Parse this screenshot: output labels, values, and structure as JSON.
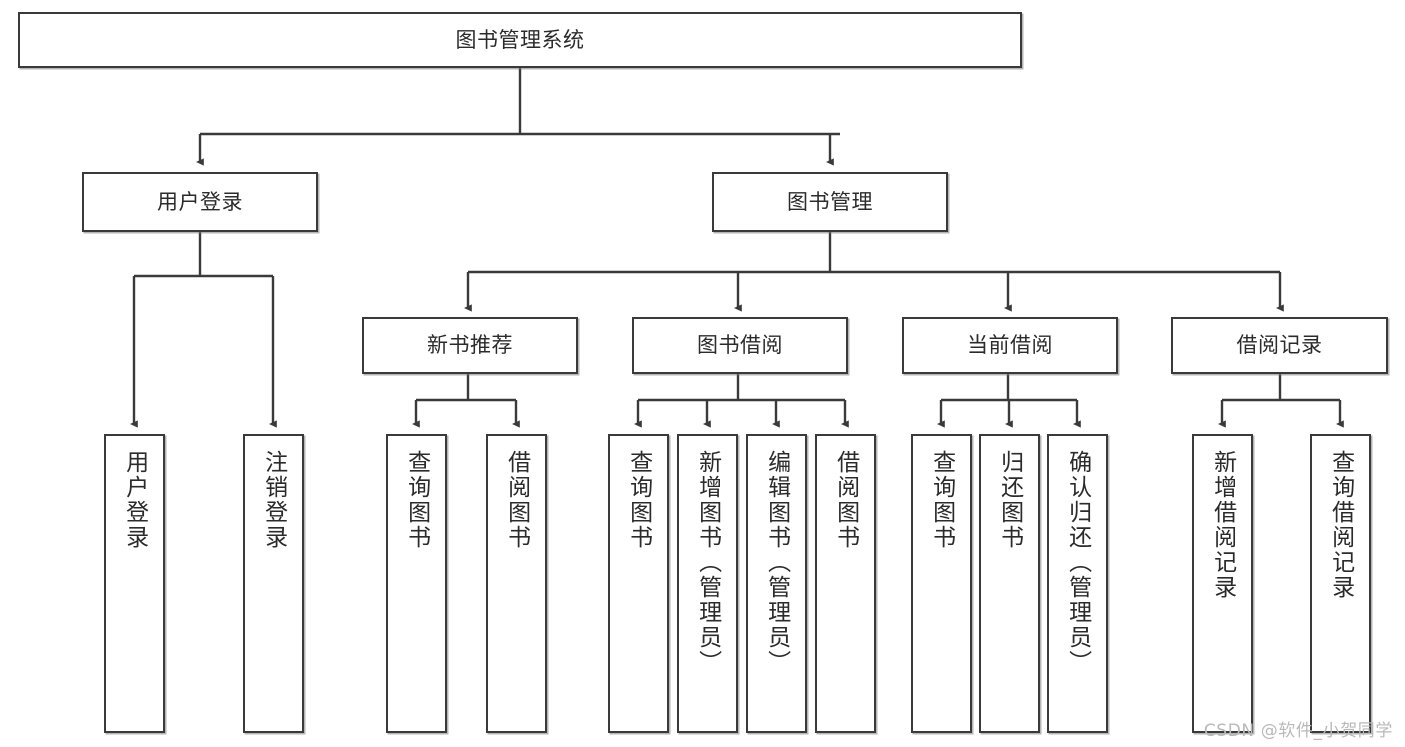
{
  "diagram": {
    "title": "图书管理系统",
    "type": "tree-hierarchy-chart",
    "orientation": "top-down",
    "colors": {
      "box_border": "#3a3a3a",
      "box_fill": "#ffffff",
      "edge": "#3a3a3a",
      "text": "#2b2b2b",
      "watermark": "#b9b9b9",
      "background": "#ffffff"
    }
  },
  "watermark": {
    "text": "CSDN @软件_小贺同学"
  },
  "nodes": {
    "root": {
      "label": "图书管理系统"
    },
    "level2": [
      {
        "label": "用户登录"
      },
      {
        "label": "图书管理"
      }
    ],
    "level3": [
      {
        "label": "新书推荐"
      },
      {
        "label": "图书借阅"
      },
      {
        "label": "当前借阅"
      },
      {
        "label": "借阅记录"
      }
    ],
    "leaves": {
      "user_login": [
        {
          "label": "用户登录"
        },
        {
          "label": "注销登录"
        }
      ],
      "new_book_recommend": [
        {
          "label": "查询图书"
        },
        {
          "label": "借阅图书"
        }
      ],
      "book_borrow": [
        {
          "label": "查询图书"
        },
        {
          "label": "新增图书（管理员）"
        },
        {
          "label": "编辑图书（管理员）"
        },
        {
          "label": "借阅图书"
        }
      ],
      "current_borrow": [
        {
          "label": "查询图书"
        },
        {
          "label": "归还图书"
        },
        {
          "label": "确认归还（管理员）"
        }
      ],
      "borrow_record": [
        {
          "label": "新增借阅记录"
        },
        {
          "label": "查询借阅记录"
        }
      ]
    }
  }
}
